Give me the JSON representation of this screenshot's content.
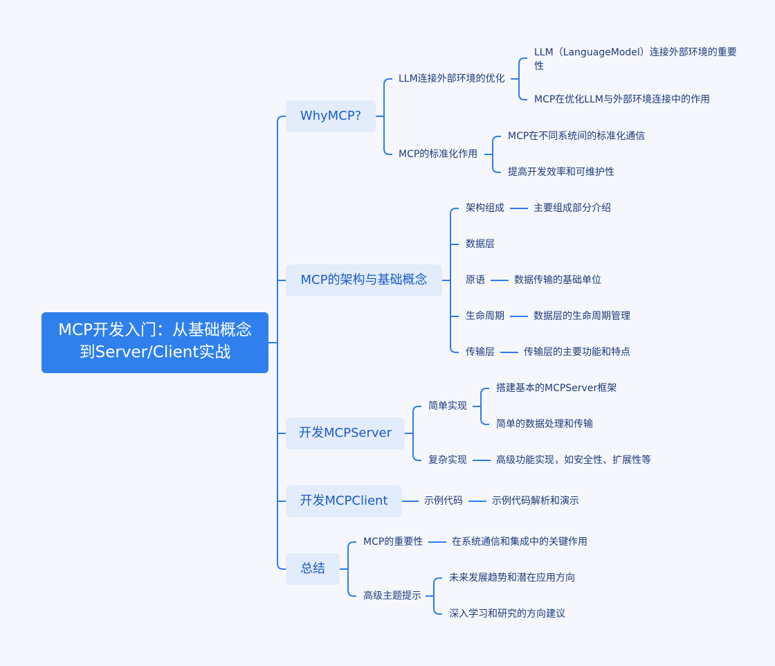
{
  "root": {
    "title": "MCP开发入门：从基础概念到Server/Client实战"
  },
  "branches": [
    {
      "label": "WhyMCP?",
      "children": [
        {
          "label": "LLM连接外部环境的优化",
          "children": [
            "LLM（LanguageModel）连接外部环境的重要性",
            "MCP在优化LLM与外部环境连接中的作用"
          ]
        },
        {
          "label": "MCP的标准化作用",
          "children": [
            "MCP在不同系统间的标准化通信",
            "提高开发效率和可维护性"
          ]
        }
      ]
    },
    {
      "label": "MCP的架构与基础概念",
      "children": [
        {
          "label": "架构组成",
          "children": [
            "主要组成部分介绍"
          ]
        },
        {
          "label": "数据层",
          "children": []
        },
        {
          "label": "原语",
          "children": [
            "数据传输的基础单位"
          ]
        },
        {
          "label": "生命周期",
          "children": [
            "数据层的生命周期管理"
          ]
        },
        {
          "label": "传输层",
          "children": [
            "传输层的主要功能和特点"
          ]
        }
      ]
    },
    {
      "label": "开发MCPServer",
      "children": [
        {
          "label": "简单实现",
          "children": [
            "搭建基本的MCPServer框架",
            "简单的数据处理和传输"
          ]
        },
        {
          "label": "复杂实现",
          "children": [
            "高级功能实现，如安全性、扩展性等"
          ]
        }
      ]
    },
    {
      "label": "开发MCPClient",
      "children": [
        {
          "label": "示例代码",
          "children": [
            "示例代码解析和演示"
          ]
        }
      ]
    },
    {
      "label": "总结",
      "children": [
        {
          "label": "MCP的重要性",
          "children": [
            "在系统通信和集成中的关键作用"
          ]
        },
        {
          "label": "高级主题提示",
          "children": [
            "未来发展趋势和潜在应用方向",
            "深入学习和研究的方向建议"
          ]
        }
      ]
    }
  ],
  "colors": {
    "background": "#f5f7fd",
    "connector": "#2c7bf2",
    "root_fill": "#2f80ed",
    "branch_fill": "#e3ecfb",
    "branch_text": "#1a5bc8",
    "leaf_text": "#1d3a7a"
  }
}
